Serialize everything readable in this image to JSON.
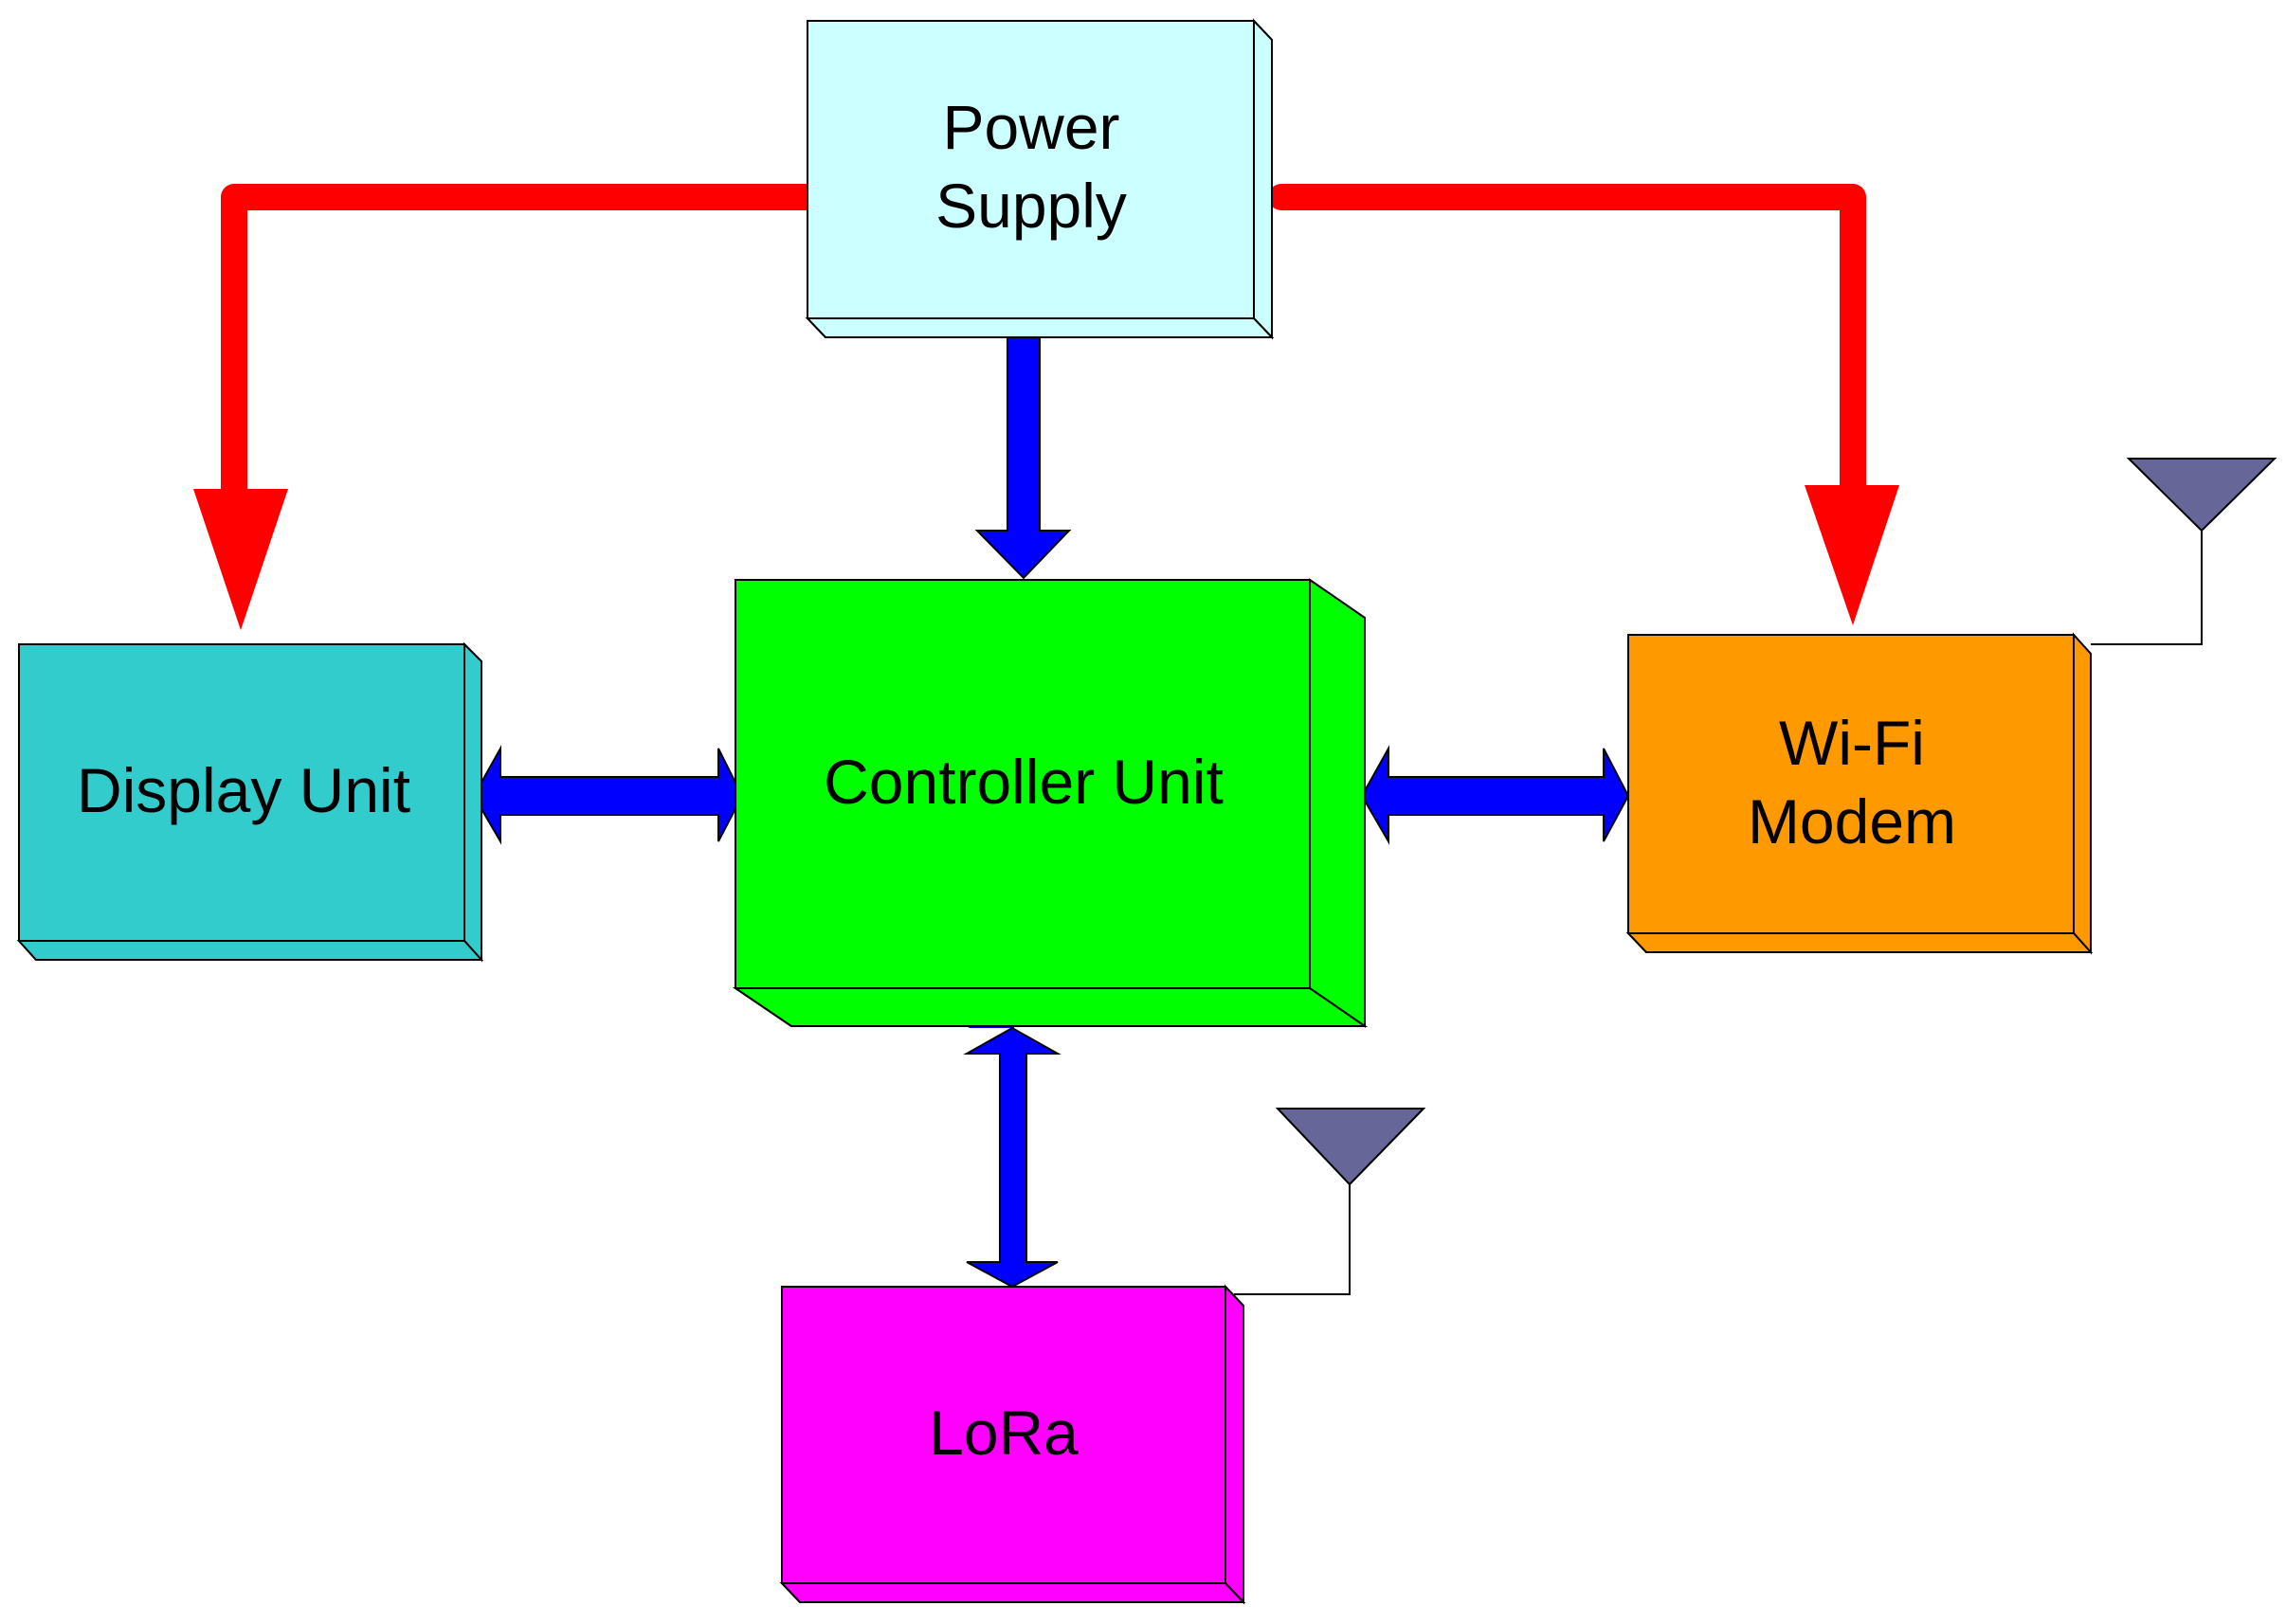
{
  "blocks": {
    "power_supply": {
      "line1": "Power",
      "line2": "Supply",
      "color": "#ccffff"
    },
    "display_unit": {
      "label": "Display Unit",
      "color": "#33cccc"
    },
    "controller_unit": {
      "label": "Controller Unit",
      "color": "#00ff00"
    },
    "wifi_modem": {
      "line1": "Wi-Fi",
      "line2": "Modem",
      "color": "#ff9900"
    },
    "lora": {
      "label": "LoRa",
      "color": "#ff00ff"
    }
  },
  "colors": {
    "power_line": "#ff0000",
    "data_arrow": "#0000ff",
    "antenna": "#666699"
  },
  "icons": [
    "antenna-icon"
  ]
}
